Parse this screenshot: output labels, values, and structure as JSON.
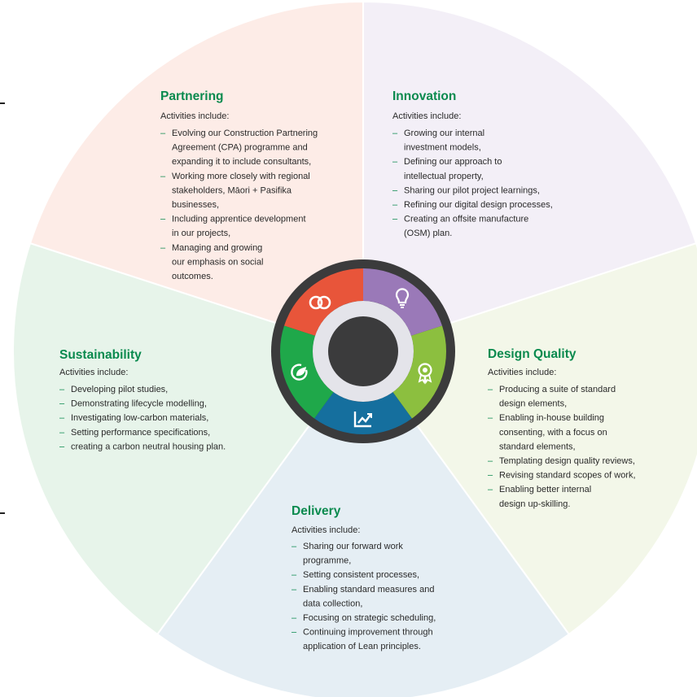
{
  "colors": {
    "partnering_bg": "#fdece7",
    "innovation_bg": "#f3eff7",
    "design_bg": "#f3f7e9",
    "delivery_bg": "#e5eef4",
    "sustainability_bg": "#e7f4ea",
    "divider": "#ffffff",
    "title": "#0a8a4e",
    "body_text": "#2a2a2a",
    "hub_outer": "#3b3b3c",
    "hub_inner_ring": "#e4e4ea",
    "hub_center": "#3b3b3c",
    "partnering_accent": "#e8553a",
    "innovation_accent": "#9a79b8",
    "design_accent": "#8cbf3f",
    "delivery_accent": "#156f9e",
    "sustainability_accent": "#1fa84a"
  },
  "segments": {
    "partnering": {
      "title": "Partnering",
      "subtitle": "Activities include:",
      "icon": "interlocking-rings-icon",
      "lines": [
        {
          "text": "Evolving our Construction Partnering",
          "bullet": true
        },
        {
          "text": "Agreement (CPA) programme and",
          "bullet": false
        },
        {
          "text": "expanding it to include consultants,",
          "bullet": false
        },
        {
          "text": "Working more closely with regional",
          "bullet": true
        },
        {
          "text": "stakeholders, Māori + Pasifika",
          "bullet": false
        },
        {
          "text": "businesses,",
          "bullet": false
        },
        {
          "text": "Including apprentice development",
          "bullet": true
        },
        {
          "text": "in our projects,",
          "bullet": false
        },
        {
          "text": "Managing and growing",
          "bullet": true
        },
        {
          "text": "our emphasis on social",
          "bullet": false
        },
        {
          "text": "outcomes.",
          "bullet": false
        }
      ]
    },
    "innovation": {
      "title": "Innovation",
      "subtitle": "Activities include:",
      "icon": "lightbulb-icon",
      "lines": [
        {
          "text": "Growing our internal",
          "bullet": true
        },
        {
          "text": "investment models,",
          "bullet": false
        },
        {
          "text": "Defining our approach to",
          "bullet": true
        },
        {
          "text": "intellectual property,",
          "bullet": false
        },
        {
          "text": "Sharing our pilot project learnings,",
          "bullet": true
        },
        {
          "text": "Refining our digital design processes,",
          "bullet": true
        },
        {
          "text": "Creating an offsite manufacture",
          "bullet": true
        },
        {
          "text": "(OSM) plan.",
          "bullet": false
        }
      ]
    },
    "design_quality": {
      "title": "Design Quality",
      "subtitle": "Activities include:",
      "icon": "award-rosette-icon",
      "lines": [
        {
          "text": "Producing a suite of standard",
          "bullet": true
        },
        {
          "text": "design elements,",
          "bullet": false
        },
        {
          "text": "Enabling in-house building",
          "bullet": true
        },
        {
          "text": "consenting, with a focus on",
          "bullet": false
        },
        {
          "text": "standard elements,",
          "bullet": false
        },
        {
          "text": "Templating design quality reviews,",
          "bullet": true
        },
        {
          "text": "Revising standard scopes of work,",
          "bullet": true
        },
        {
          "text": "Enabling better internal",
          "bullet": true
        },
        {
          "text": "design up-skilling.",
          "bullet": false
        }
      ]
    },
    "delivery": {
      "title": "Delivery",
      "subtitle": "Activities include:",
      "icon": "trending-chart-icon",
      "lines": [
        {
          "text": "Sharing our forward work",
          "bullet": true
        },
        {
          "text": "programme,",
          "bullet": false
        },
        {
          "text": "Setting consistent processes,",
          "bullet": true
        },
        {
          "text": "Enabling standard measures and",
          "bullet": true
        },
        {
          "text": "data collection,",
          "bullet": false
        },
        {
          "text": "Focusing on strategic scheduling,",
          "bullet": true
        },
        {
          "text": "Continuing improvement through",
          "bullet": true
        },
        {
          "text": "application of Lean principles.",
          "bullet": false
        }
      ]
    },
    "sustainability": {
      "title": "Sustainability",
      "subtitle": "Activities include:",
      "icon": "sustainability-leaf-icon",
      "lines": [
        {
          "text": "Developing pilot studies,",
          "bullet": true
        },
        {
          "text": "Demonstrating lifecycle modelling,",
          "bullet": true
        },
        {
          "text": "Investigating low-carbon materials,",
          "bullet": true
        },
        {
          "text": "Setting performance specifications,",
          "bullet": true
        },
        {
          "text": "creating a carbon neutral housing plan.",
          "bullet": true
        }
      ]
    }
  }
}
